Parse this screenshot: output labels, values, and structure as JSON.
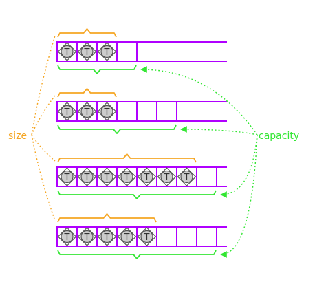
{
  "labels": {
    "size": "size",
    "capacity": "capacity"
  },
  "element_glyph": "T",
  "colors": {
    "size": "#f5a623",
    "capacity": "#33e633",
    "buffer": "#b000ff",
    "element_fill": "#cccccc",
    "element_stroke": "#555555"
  },
  "vectors": [
    {
      "size": 3,
      "capacity": 4
    },
    {
      "size": 3,
      "capacity": 6
    },
    {
      "size": 7,
      "capacity": 8
    },
    {
      "size": 5,
      "capacity": 8
    }
  ]
}
